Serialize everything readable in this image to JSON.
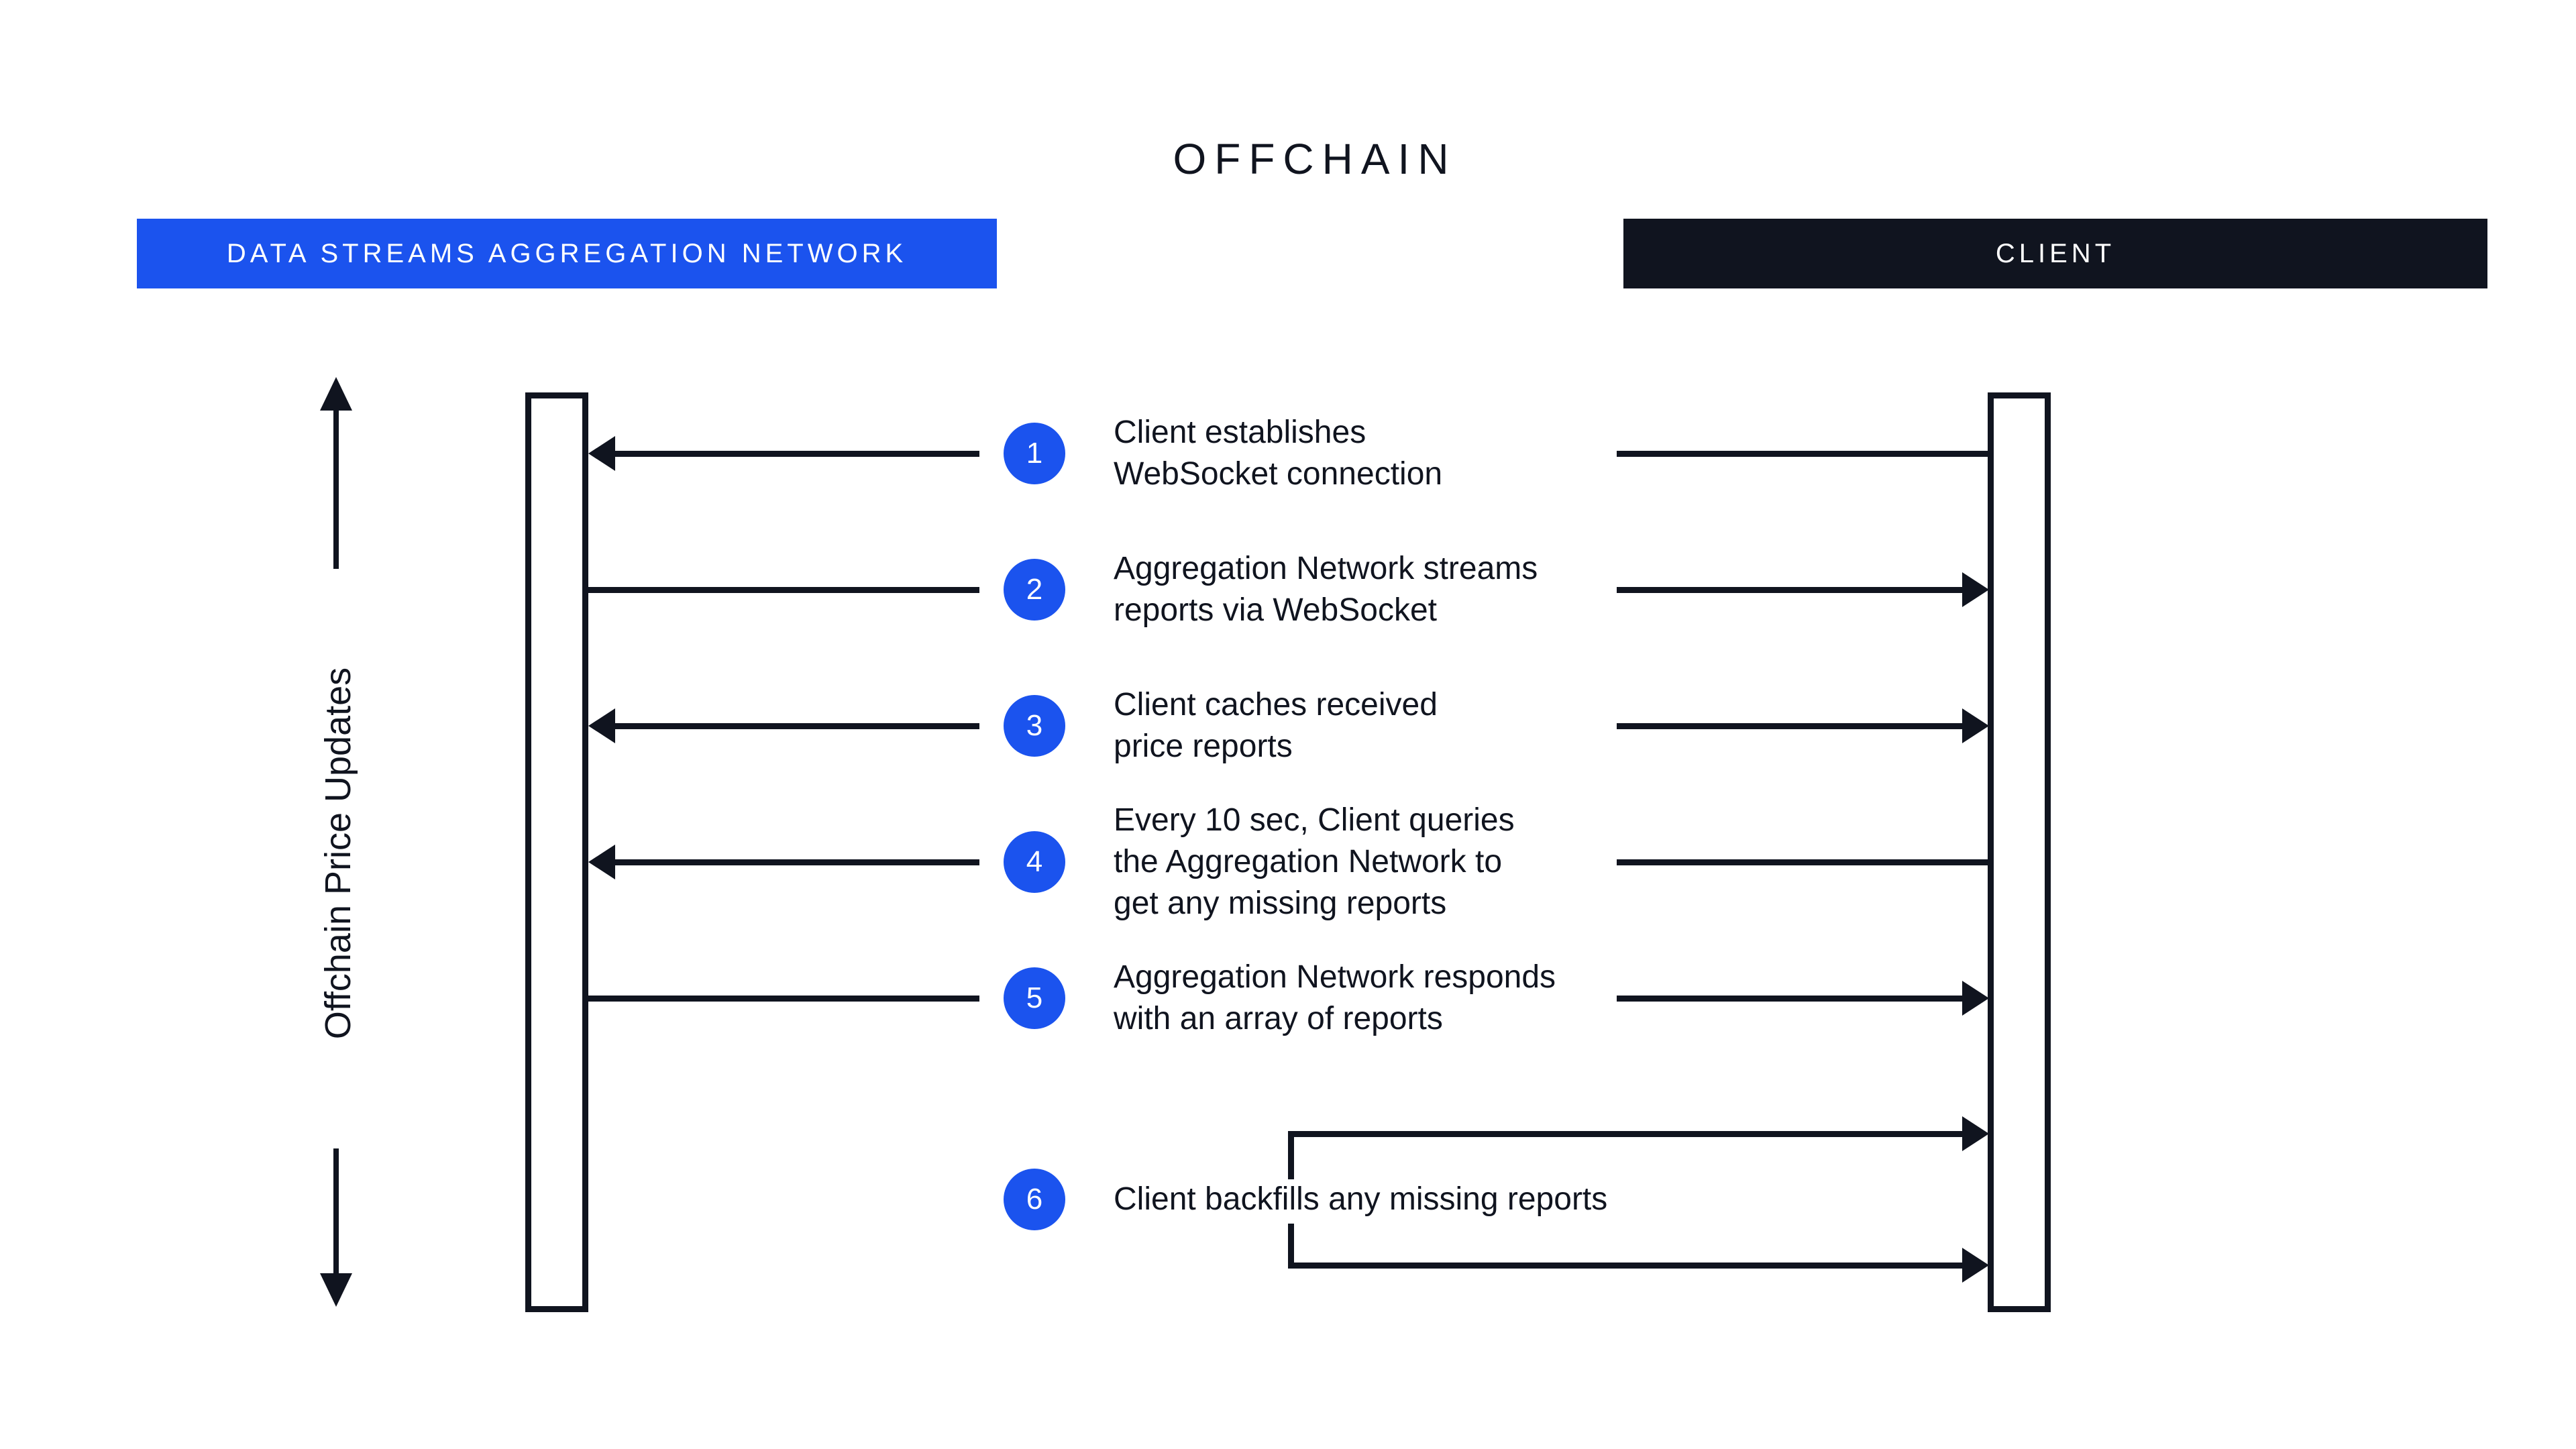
{
  "title": "OFFCHAIN",
  "colors": {
    "ink": "#10141F",
    "accent_blue": "#1B53EE",
    "background": "#FFFFFF"
  },
  "actors": {
    "network": {
      "label": "DATA STREAMS AGGREGATION NETWORK"
    },
    "client": {
      "label": "CLIENT"
    }
  },
  "axis": {
    "label": "Offchain Price Updates"
  },
  "steps": [
    {
      "num": "1",
      "direction": "client-to-network",
      "lines": [
        "Client establishes",
        "WebSocket connection"
      ]
    },
    {
      "num": "2",
      "direction": "network-to-client",
      "lines": [
        "Aggregation Network streams",
        "reports via WebSocket"
      ]
    },
    {
      "num": "3",
      "direction": "both",
      "lines": [
        "Client caches received",
        "price reports"
      ]
    },
    {
      "num": "4",
      "direction": "client-to-network",
      "lines": [
        "Every 10 sec, Client queries",
        "the Aggregation Network to",
        "get any missing reports"
      ]
    },
    {
      "num": "5",
      "direction": "network-to-client",
      "lines": [
        "Aggregation Network responds",
        "with an array of reports"
      ]
    },
    {
      "num": "6",
      "direction": "client-self-loop",
      "lines": [
        "Client backfills any missing reports"
      ]
    }
  ]
}
